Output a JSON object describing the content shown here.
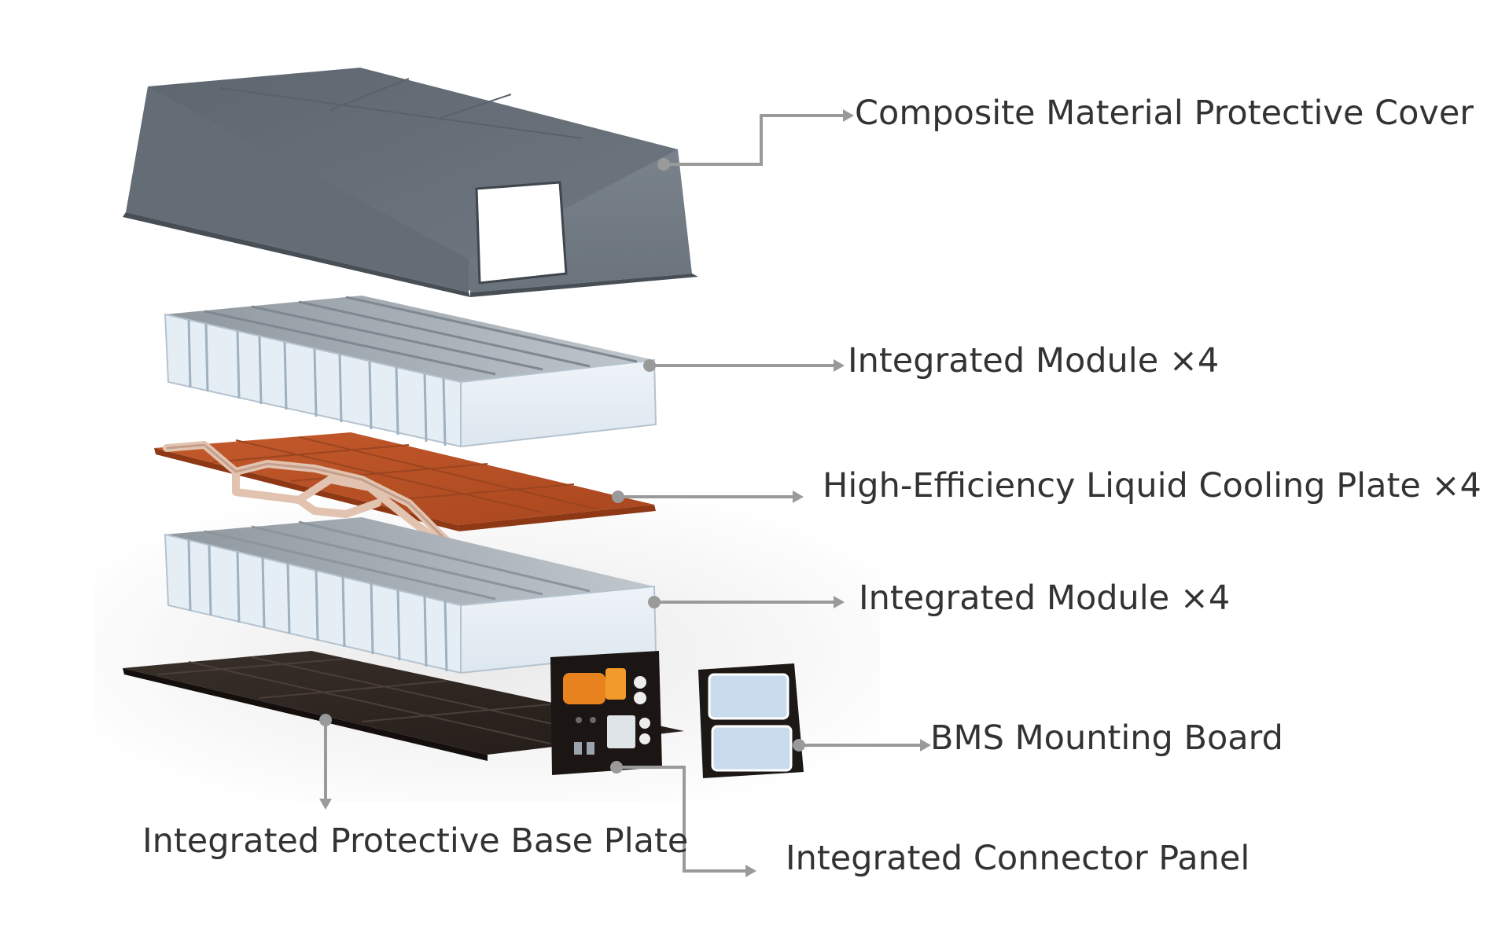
{
  "labels": {
    "cover": "Composite Material Protective Cover",
    "module_top": "Integrated Module ×4",
    "cooling_plate": "High-Efficiency Liquid Cooling Plate ×4",
    "module_bottom": "Integrated Module ×4",
    "bms_board": "BMS Mounting Board",
    "base_plate": "Integrated Protective Base Plate",
    "connector_panel": "Integrated Connector Panel"
  },
  "colors": {
    "cover": "#6e7780",
    "module_cell": "#dbe6ef",
    "cooling_plate": "#b8532a",
    "base_plate": "#2b2320",
    "leader_line": "#9a9a9a",
    "label_text": "#333333"
  }
}
